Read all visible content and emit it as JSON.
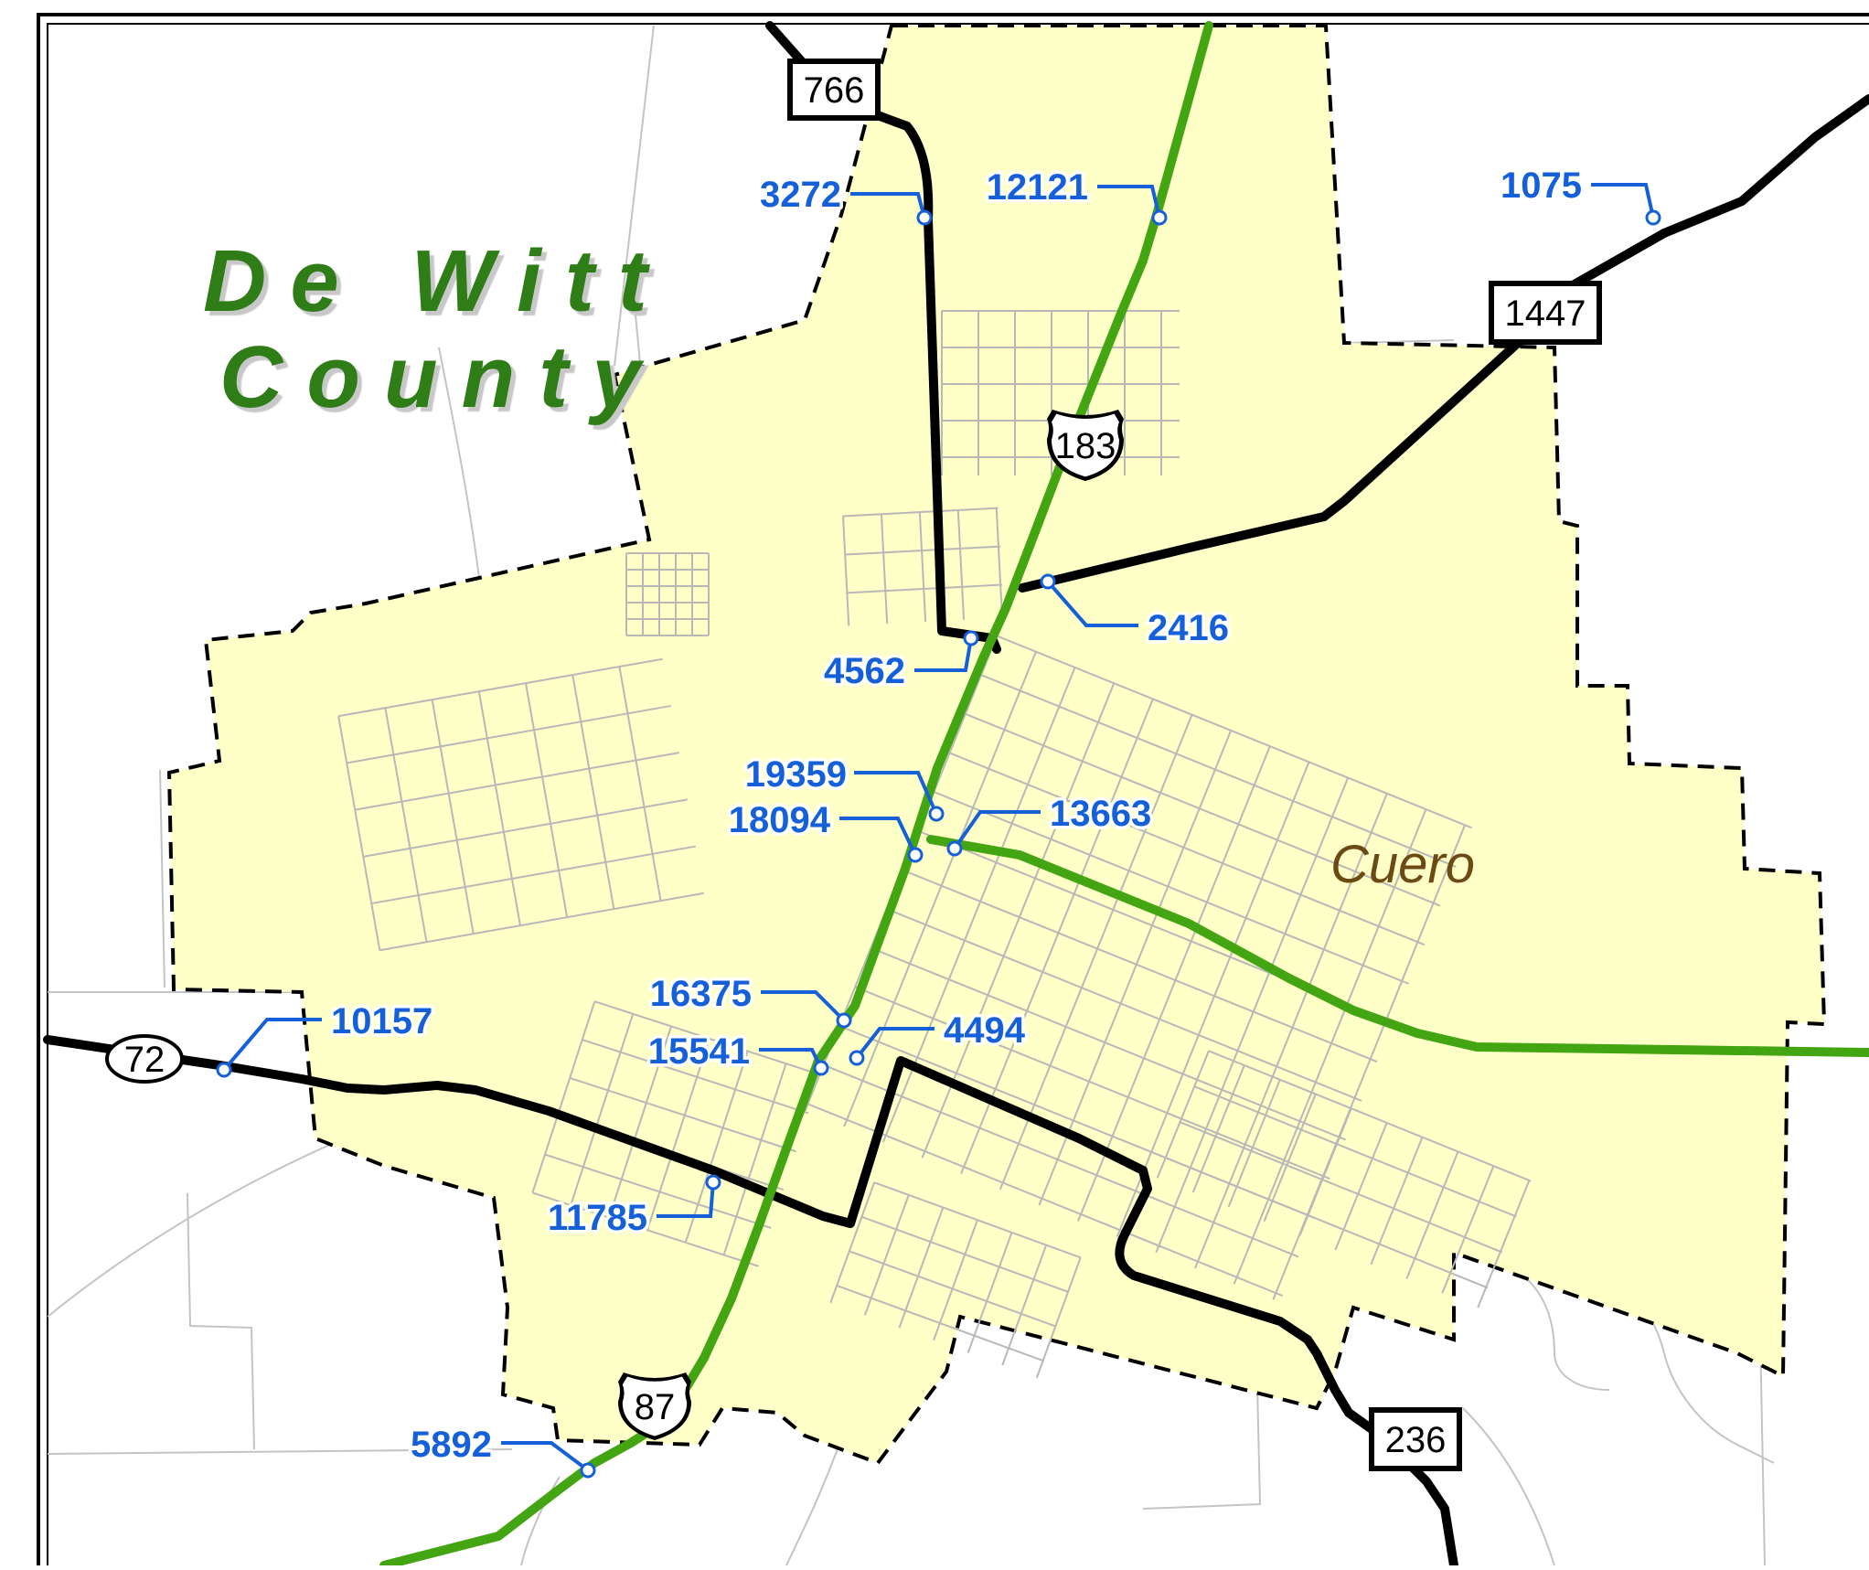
{
  "county": {
    "line1": "De Witt",
    "line2": "County",
    "color": "#2e7d16"
  },
  "city": {
    "name": "Cuero",
    "color": "#6b4a14"
  },
  "colors": {
    "city_fill": "#ffffc8",
    "state_route": "#000000",
    "us_route": "#43a512",
    "street": "#b8b8b8",
    "count_label": "#1560d8",
    "city_limit": "#000000"
  },
  "shields": [
    {
      "id": "shield-766",
      "route": "766",
      "kind": "state-box"
    },
    {
      "id": "shield-1447",
      "route": "1447",
      "kind": "state-box"
    },
    {
      "id": "shield-183",
      "route": "183",
      "kind": "us"
    },
    {
      "id": "shield-72",
      "route": "72",
      "kind": "oval"
    },
    {
      "id": "shield-87",
      "route": "87",
      "kind": "us"
    },
    {
      "id": "shield-236",
      "route": "236",
      "kind": "state-box"
    }
  ],
  "traffic_counts": [
    {
      "id": "count-3272",
      "value": "3272"
    },
    {
      "id": "count-12121",
      "value": "12121"
    },
    {
      "id": "count-1075",
      "value": "1075"
    },
    {
      "id": "count-2416",
      "value": "2416"
    },
    {
      "id": "count-4562",
      "value": "4562"
    },
    {
      "id": "count-19359",
      "value": "19359"
    },
    {
      "id": "count-13663",
      "value": "13663"
    },
    {
      "id": "count-18094",
      "value": "18094"
    },
    {
      "id": "count-16375",
      "value": "16375"
    },
    {
      "id": "count-4494",
      "value": "4494"
    },
    {
      "id": "count-15541",
      "value": "15541"
    },
    {
      "id": "count-10157",
      "value": "10157"
    },
    {
      "id": "count-11785",
      "value": "11785"
    },
    {
      "id": "count-5892",
      "value": "5892"
    }
  ]
}
